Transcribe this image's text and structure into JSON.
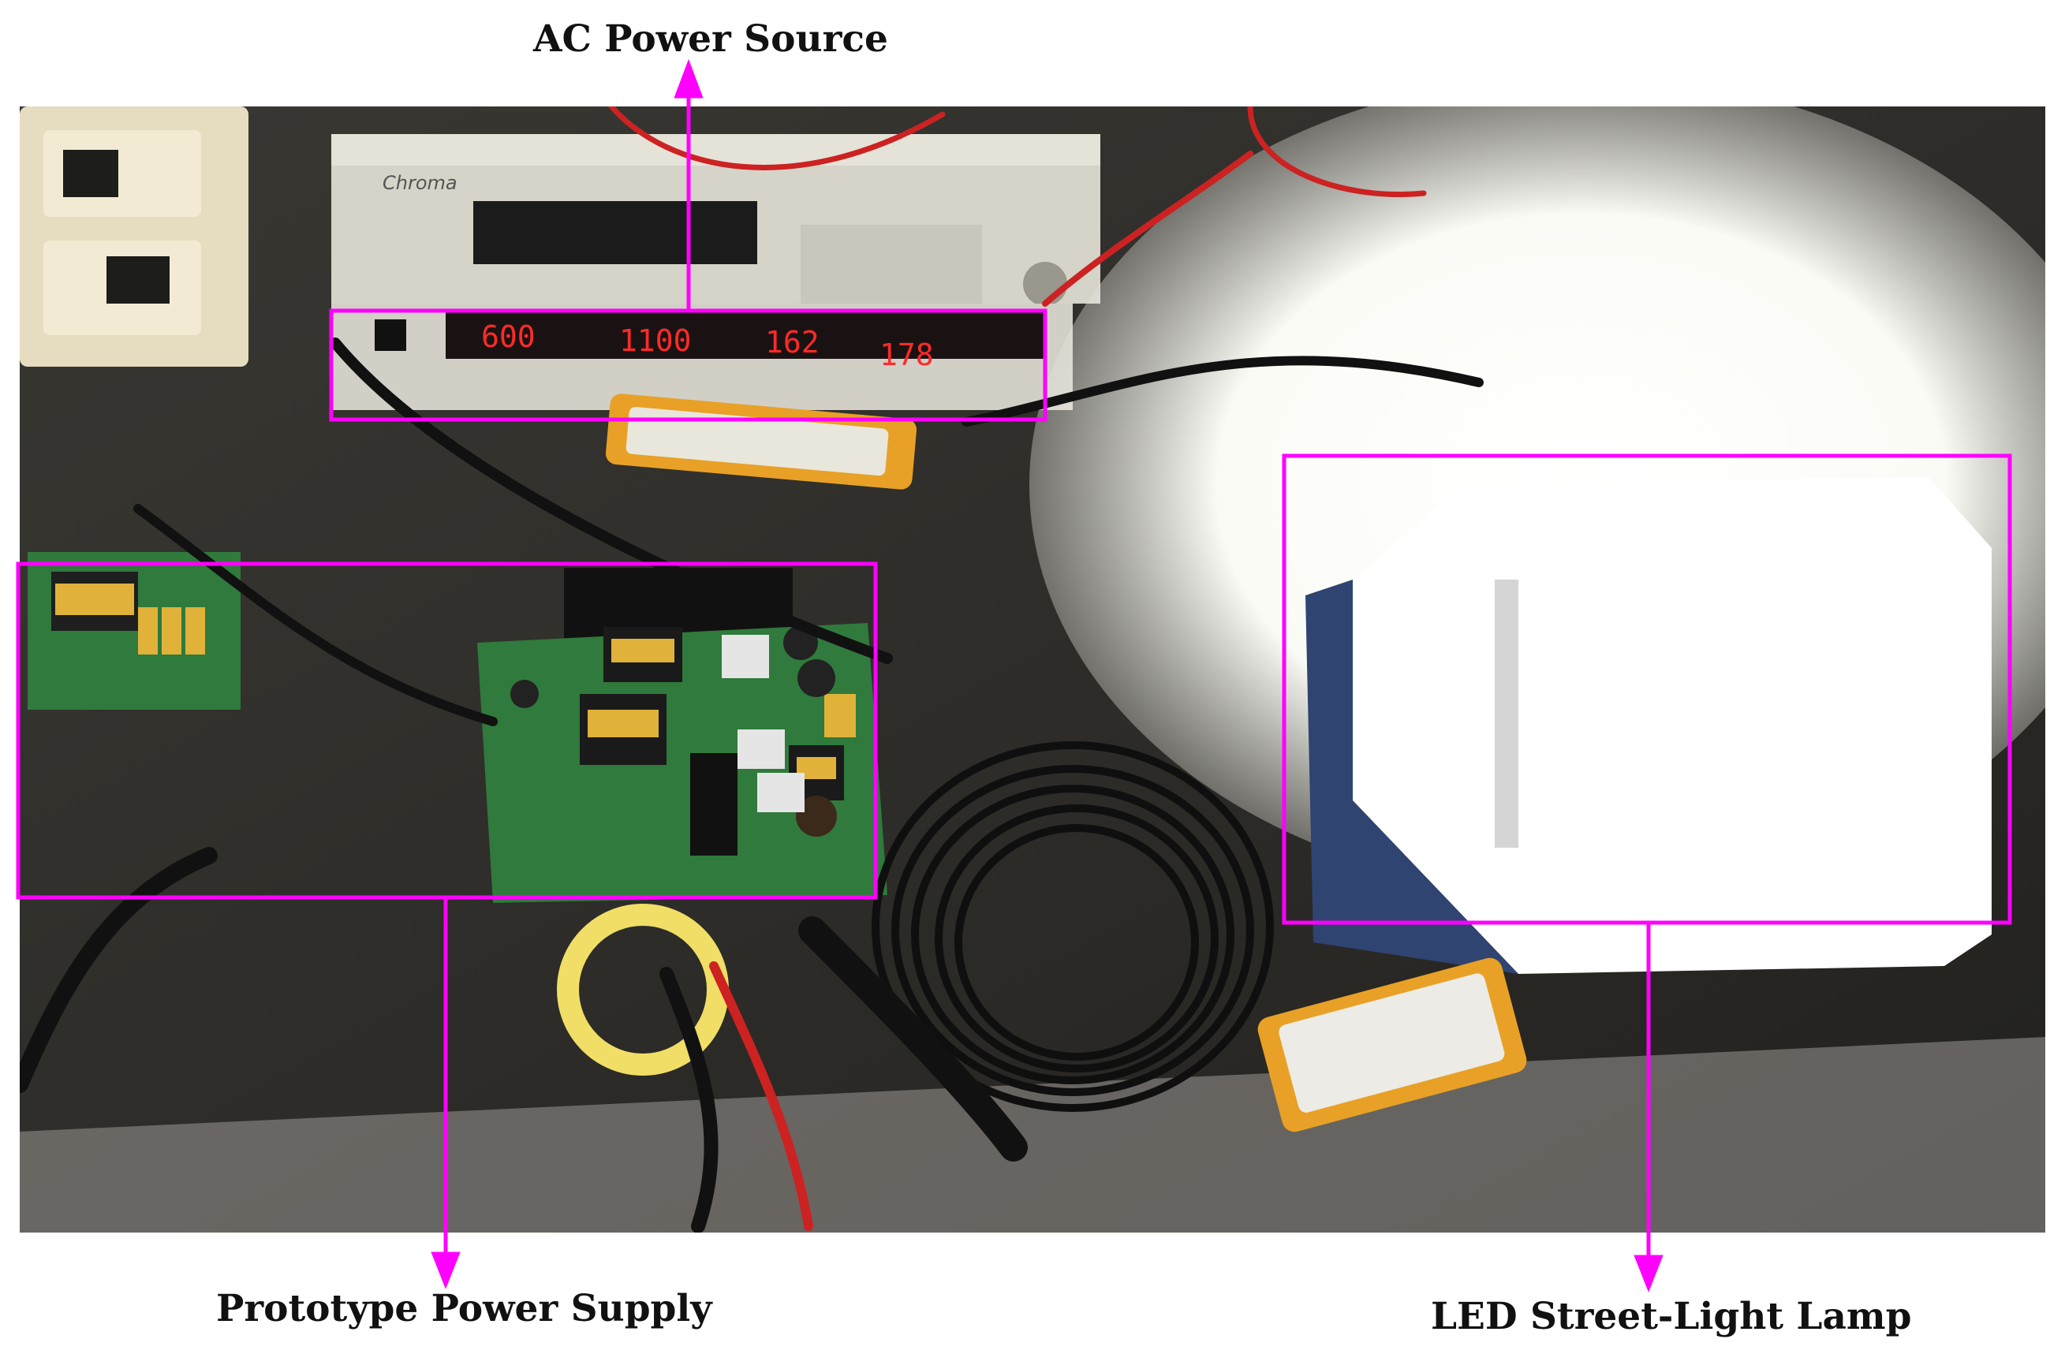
{
  "labels": {
    "ac_power_source": "AC Power Source",
    "prototype_power_supply": "Prototype Power Supply",
    "led_lamp": "LED Street-Light Lamp"
  },
  "instrument": {
    "brand": "Chroma",
    "display_values": [
      "600",
      "1100",
      "162",
      "178"
    ]
  },
  "colors": {
    "annotation": "#ff00ff",
    "display_digits": "#ff2a2a",
    "pcb_green": "#2f7a3c"
  }
}
